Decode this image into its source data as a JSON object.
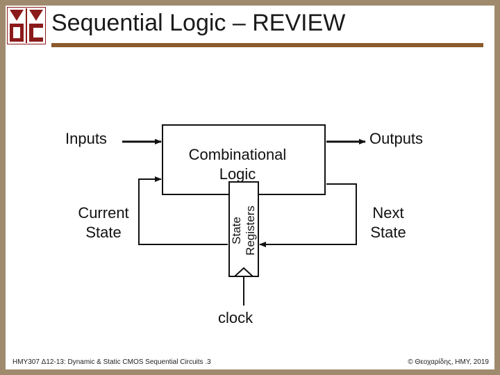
{
  "slide": {
    "title": "Sequential Logic – REVIEW",
    "accent_color": "#8b5a2b",
    "frame_color": "#a08a6e"
  },
  "logo": {
    "icon": "university-logo-icon",
    "color": "#8b1a1a"
  },
  "diagram": {
    "inputs_label": "Inputs",
    "outputs_label": "Outputs",
    "combinational_line1": "Combinational",
    "combinational_line2": "Logic",
    "current_state_line1": "Current",
    "current_state_line2": "State",
    "next_state_line1": "Next",
    "next_state_line2": "State",
    "registers_line1": "State",
    "registers_line2": "Registers",
    "clock_label": "clock"
  },
  "footer": {
    "left": "HMY307 Δ12-13: Dynamic & Static CMOS Sequential Circuits .3",
    "right": "© Θεοχαρίδης, HMY, 2019"
  }
}
